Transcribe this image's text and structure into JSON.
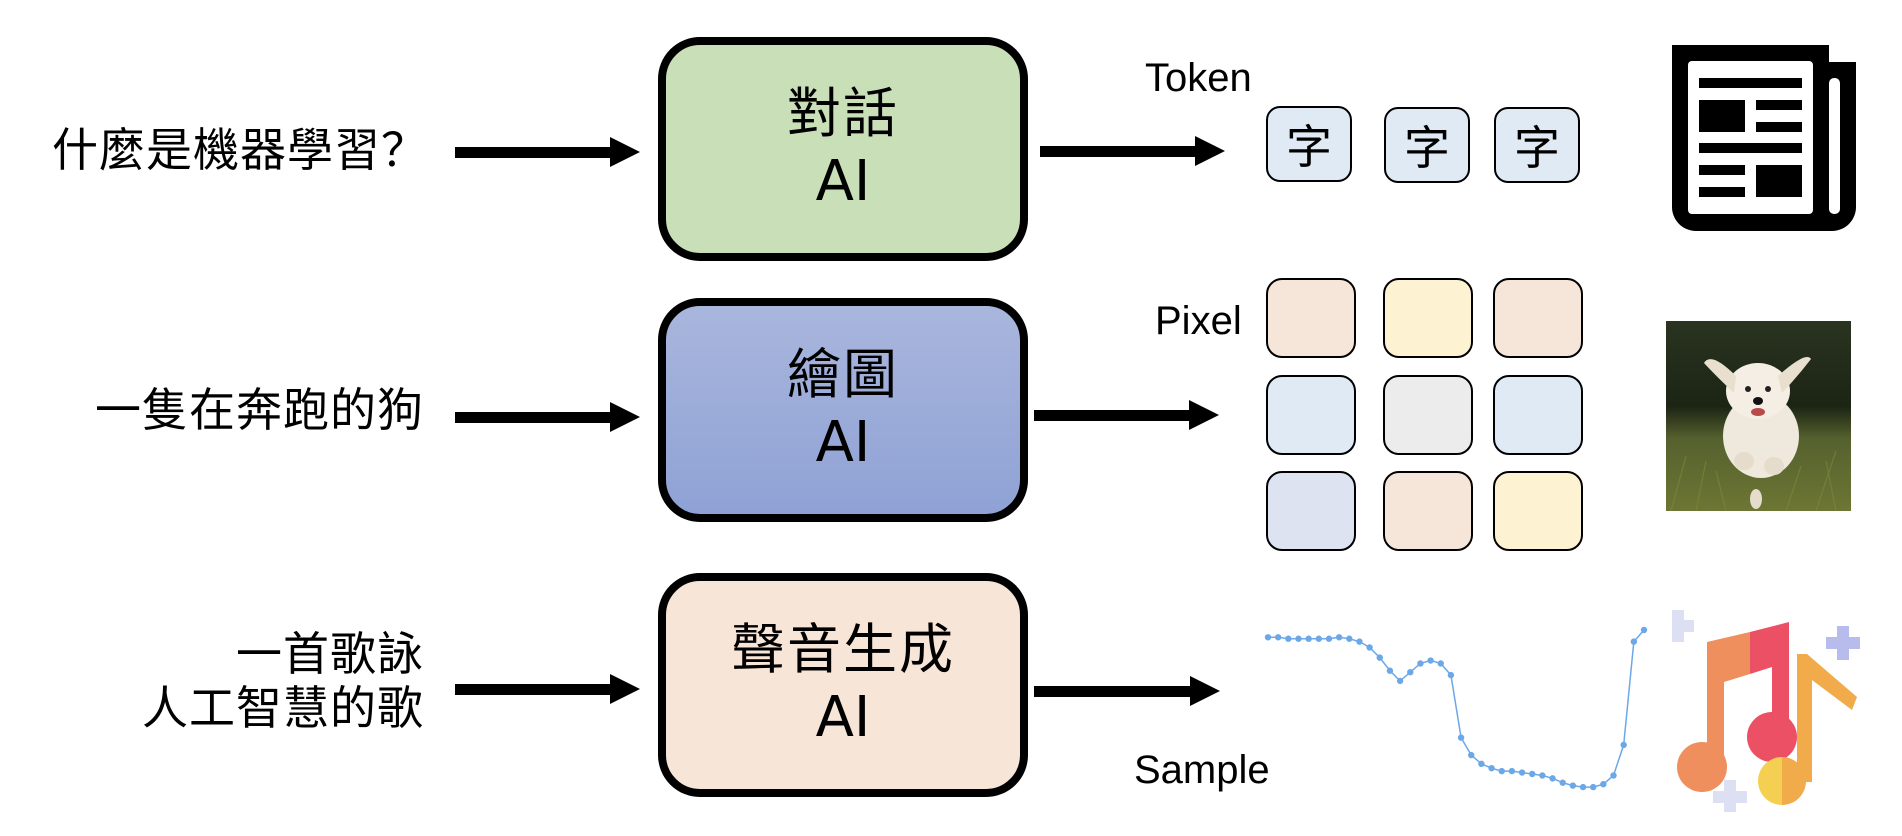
{
  "rows": [
    {
      "prompt_lines": [
        "什麼是機器學習？"
      ],
      "model": {
        "name": "對話",
        "suffix": "AI",
        "fill": "#C9DFB8"
      },
      "unit_label": "Token",
      "tokens": [
        "字",
        "字",
        "字"
      ],
      "output_icon": "newspaper-icon"
    },
    {
      "prompt_lines": [
        "一隻在奔跑的狗"
      ],
      "model": {
        "name": "繪圖",
        "suffix": "AI",
        "fill_top": "#A9B6DD",
        "fill_bottom": "#8FA2D5"
      },
      "unit_label": "Pixel",
      "pixel_colors": [
        [
          "#F6E5D9",
          "#FDF2D2",
          "#F6E5D9"
        ],
        [
          "#E0EAF4",
          "#ECECEC",
          "#E0EAF4"
        ],
        [
          "#DDE3F1",
          "#F6E5D9",
          "#FDF2D2"
        ]
      ],
      "output_icon": "running-dog-image"
    },
    {
      "prompt_lines": [
        "一首歌詠",
        "人工智慧的歌"
      ],
      "model": {
        "name": "聲音生成",
        "suffix": "AI",
        "fill": "#F7E5D8"
      },
      "unit_label": "Sample",
      "waveform_color": "#6CA8E8",
      "waveform_samples": [
        0.95,
        0.95,
        0.94,
        0.94,
        0.94,
        0.94,
        0.94,
        0.95,
        0.94,
        0.92,
        0.88,
        0.81,
        0.72,
        0.65,
        0.71,
        0.77,
        0.79,
        0.77,
        0.69,
        0.26,
        0.14,
        0.08,
        0.05,
        0.03,
        0.03,
        0.02,
        0.01,
        0.0,
        -0.02,
        -0.05,
        -0.07,
        -0.08,
        -0.08,
        -0.06,
        0.0,
        0.21,
        0.92,
        1.0
      ],
      "output_icon": "music-notes-icon"
    }
  ]
}
